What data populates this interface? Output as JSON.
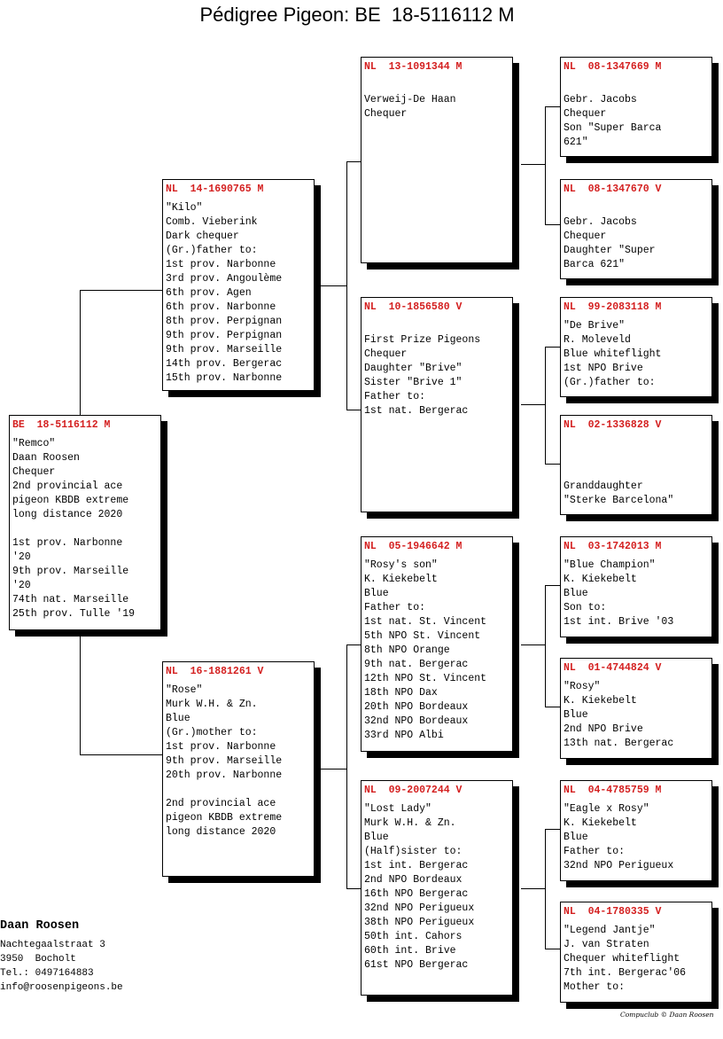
{
  "title": "Pédigree Pigeon: BE  18-5116112 M",
  "pigeons": [
    {
      "ring": "BE  18-5116112 M",
      "lines": [
        "\"Remco\"",
        "Daan Roosen",
        "Chequer",
        "2nd provincial ace",
        "pigeon KBDB extreme",
        "long distance 2020",
        "",
        "1st prov. Narbonne",
        "'20",
        "9th prov. Marseille",
        "'20",
        "74th nat. Marseille",
        "25th prov. Tulle '19"
      ]
    },
    {
      "ring": "NL  14-1690765 M",
      "lines": [
        "\"Kilo\"",
        "Comb. Vieberink",
        "Dark chequer",
        "(Gr.)father to:",
        "1st prov. Narbonne",
        "3rd prov. Angoulème",
        "6th prov. Agen",
        "6th prov. Narbonne",
        "8th prov. Perpignan",
        "9th prov. Perpignan",
        "9th prov. Marseille",
        "14th prov. Bergerac",
        "15th prov. Narbonne"
      ]
    },
    {
      "ring": "NL  16-1881261 V",
      "lines": [
        "\"Rose\"",
        "Murk W.H. & Zn.",
        "Blue",
        "(Gr.)mother to:",
        "1st prov. Narbonne",
        "9th prov. Marseille",
        "20th prov. Narbonne",
        "",
        "2nd provincial ace",
        "pigeon KBDB extreme",
        "long distance 2020"
      ]
    },
    {
      "ring": "NL  13-1091344 M",
      "lines": [
        "",
        "Verweij-De Haan",
        "Chequer"
      ]
    },
    {
      "ring": "NL  10-1856580 V",
      "lines": [
        "",
        "First Prize Pigeons",
        "Chequer",
        "Daughter \"Brive\"",
        "Sister \"Brive 1\"",
        "Father to:",
        "1st nat. Bergerac"
      ]
    },
    {
      "ring": "NL  05-1946642 M",
      "lines": [
        "\"Rosy's son\"",
        "K. Kiekebelt",
        "Blue",
        "Father to:",
        "1st nat. St. Vincent",
        "5th NPO St. Vincent",
        "8th NPO Orange",
        "9th nat. Bergerac",
        "12th NPO St. Vincent",
        "18th NPO Dax",
        "20th NPO Bordeaux",
        "32nd NPO Bordeaux",
        "33rd NPO Albi"
      ]
    },
    {
      "ring": "NL  09-2007244 V",
      "lines": [
        "\"Lost Lady\"",
        "Murk W.H. & Zn.",
        "Blue",
        "(Half)sister to:",
        "1st int. Bergerac",
        "2nd NPO Bordeaux",
        "16th NPO Bergerac",
        "32nd NPO Perigueux",
        "38th NPO Perigueux",
        "50th int. Cahors",
        "60th int. Brive",
        "61st NPO Bergerac"
      ]
    },
    {
      "ring": "NL  08-1347669 M",
      "lines": [
        "",
        "Gebr. Jacobs",
        "Chequer",
        "Son \"Super Barca",
        "621\""
      ]
    },
    {
      "ring": "NL  08-1347670 V",
      "lines": [
        "",
        "Gebr. Jacobs",
        "Chequer",
        "Daughter \"Super",
        "Barca 621\""
      ]
    },
    {
      "ring": "NL  99-2083118 M",
      "lines": [
        "\"De Brive\"",
        "R. Moleveld",
        "Blue whiteflight",
        "1st NPO Brive",
        "(Gr.)father to:"
      ]
    },
    {
      "ring": "NL  02-1336828 V",
      "lines": [
        "",
        "",
        "",
        "Granddaughter",
        "\"Sterke Barcelona\""
      ]
    },
    {
      "ring": "NL  03-1742013 M",
      "lines": [
        "\"Blue Champion\"",
        "K. Kiekebelt",
        "Blue",
        "Son to:",
        "1st int. Brive '03"
      ]
    },
    {
      "ring": "NL  01-4744824 V",
      "lines": [
        "\"Rosy\"",
        "K. Kiekebelt",
        "Blue",
        "2nd NPO Brive",
        "13th nat. Bergerac"
      ]
    },
    {
      "ring": "NL  04-4785759 M",
      "lines": [
        "\"Eagle x Rosy\"",
        "K. Kiekebelt",
        "Blue",
        "Father to:",
        "32nd NPO Perigueux"
      ]
    },
    {
      "ring": "NL  04-1780335 V",
      "lines": [
        "\"Legend Jantje\"",
        "J. van Straten",
        "Chequer whiteflight",
        "7th int. Bergerac'06",
        "Mother to:"
      ]
    }
  ],
  "breeder": {
    "name": "Daan Roosen",
    "address": [
      "Nachtegaalstraat 3",
      "3950  Bocholt",
      "Tel.: 0497164883",
      "info@roosenpigeons.be"
    ]
  },
  "credit": "Compuclub © Daan Roosen",
  "colors": {
    "ring": "#d42020"
  }
}
